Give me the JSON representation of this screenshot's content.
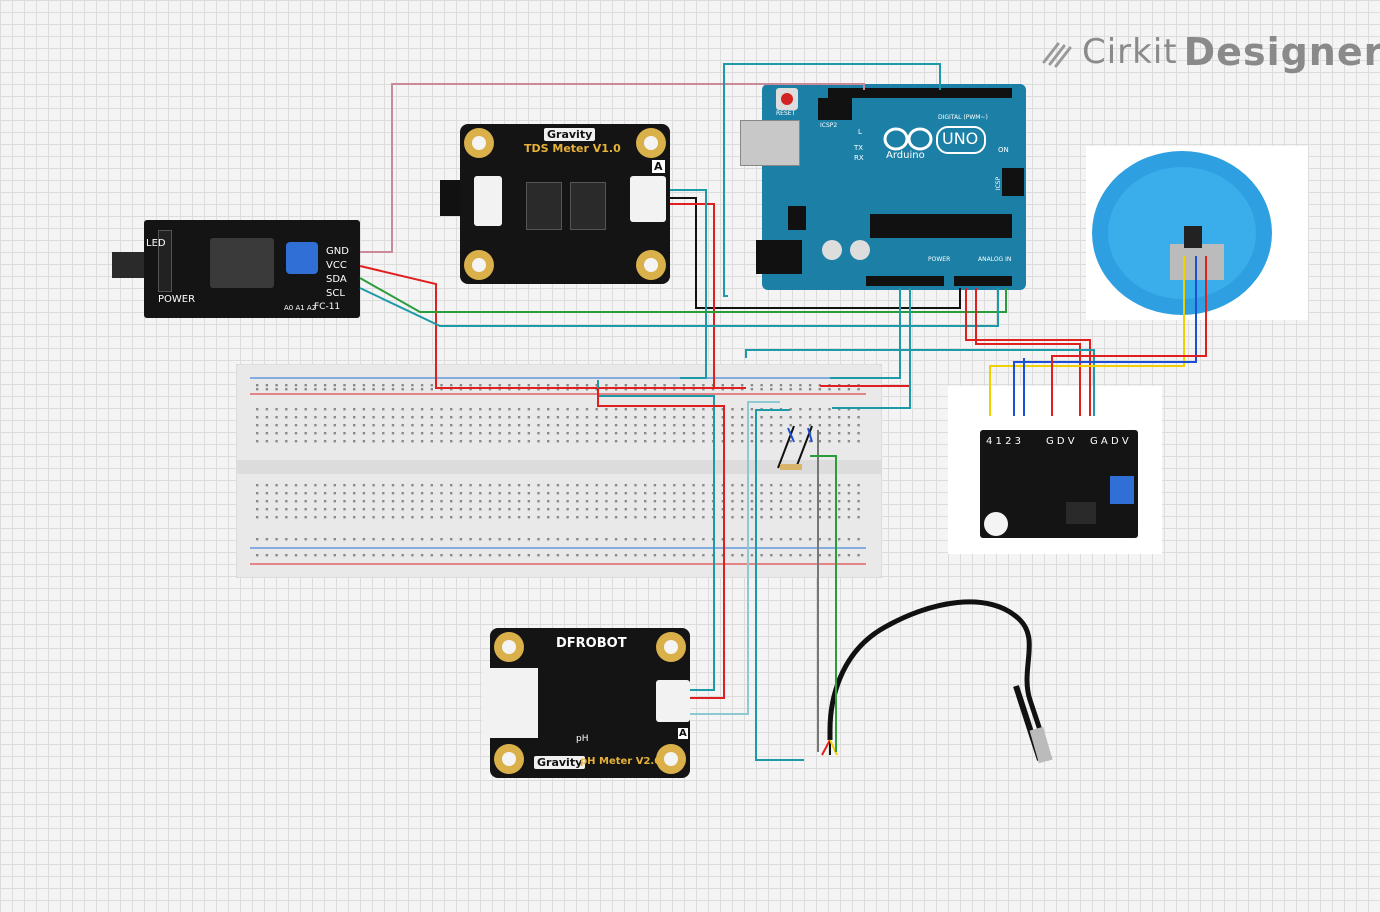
{
  "brand": {
    "name_part1": "Cirkit",
    "name_part2": "Designer"
  },
  "lcd_i2c": {
    "led": "LED",
    "power": "POWER",
    "gnd": "GND",
    "vcc": "VCC",
    "sda": "SDA",
    "scl": "SCL",
    "model": "FC-11",
    "addr": "A0 A1 A2"
  },
  "tds": {
    "brand": "Gravity",
    "title": "TDS Meter V1.0",
    "side": "A"
  },
  "arduino": {
    "reset": "RESET",
    "icsp2": "ICSP2",
    "digital": "DIGITAL (PWM~)",
    "brand": "Arduino",
    "model": "UNO",
    "tx": "TX",
    "rx": "RX",
    "l": "L",
    "on": "ON",
    "power": "POWER",
    "analog": "ANALOG IN",
    "icsp": "ICSP"
  },
  "ph": {
    "maker": "DFROBOT",
    "brand": "Gravity",
    "title": "pH Meter V2.0",
    "ph": "pH",
    "side": "A"
  },
  "turbidity": {
    "pins": "4 1 2 3",
    "pins2": "G D V",
    "pins3": "G A D V"
  },
  "wire_colors": {
    "red": "#e0201e",
    "green": "#2a9d3a",
    "teal": "#1d9aa8",
    "blue": "#1a4fd6",
    "yellow": "#f0d000",
    "black": "#111111",
    "pink": "#c98a9a"
  }
}
